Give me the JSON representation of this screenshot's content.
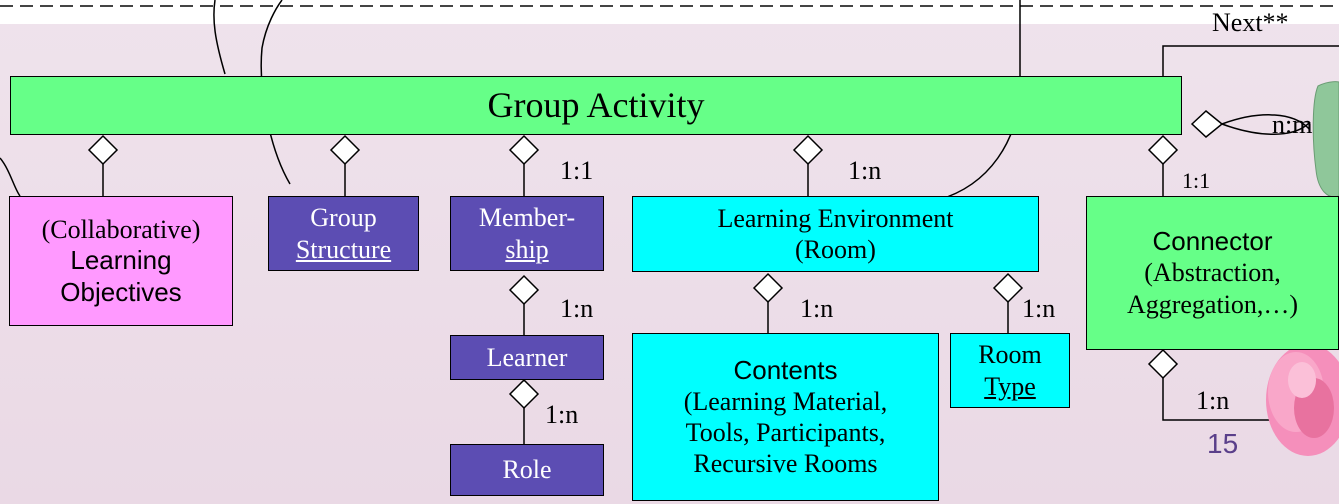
{
  "diagram": {
    "next_label": "Next**",
    "group_activity": "Group Activity",
    "nm_label": "n:m",
    "objectives": [
      "(Collaborative)",
      "Learning",
      "Objectives"
    ],
    "group_structure": [
      "Group",
      "Structure"
    ],
    "membership": [
      "Member-",
      "ship"
    ],
    "membership_card": "1:1",
    "learner": "Learner",
    "learner_card": "1:n",
    "role": "Role",
    "role_card": "1:n",
    "learning_env": [
      "Learning Environment",
      "(Room)"
    ],
    "learning_env_card": "1:n",
    "contents": [
      "Contents",
      "(Learning Material,",
      "Tools, Participants,",
      "Recursive Rooms"
    ],
    "contents_card": "1:n",
    "room_type": [
      "Room",
      "Type"
    ],
    "room_type_card": "1:n",
    "connector": [
      "Connector",
      "(Abstraction,",
      "Aggregation,…)"
    ],
    "connector_card": "1:1",
    "connector_self_card": "1:n",
    "page_number": "15"
  },
  "colors": {
    "activity": "#66ff88",
    "objectives": "#ff99ff",
    "structure": "#5c4db3",
    "environment": "#00ffff",
    "background": "#ead9e5"
  }
}
